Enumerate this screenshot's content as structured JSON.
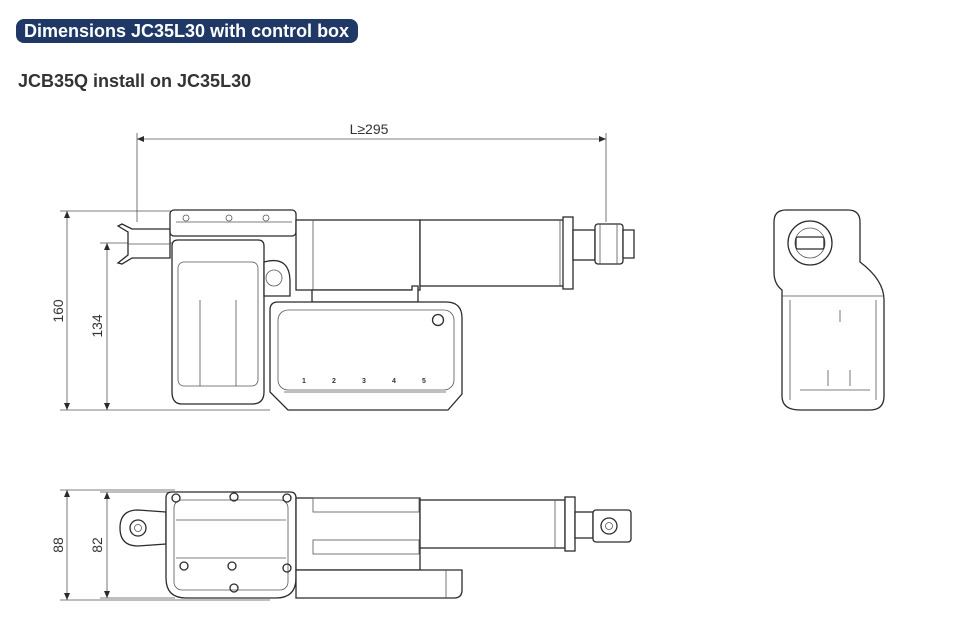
{
  "header": {
    "title": "Dimensions JC35L30 with control box",
    "subtitle": "JCB35Q install on JC35L30"
  },
  "dimensions": {
    "length": "L≥295",
    "height_total": "160",
    "height_motor": "134",
    "width_total": "88",
    "width_motor": "82"
  },
  "control_box": {
    "ports": [
      "1",
      "2",
      "3",
      "4",
      "5"
    ]
  }
}
